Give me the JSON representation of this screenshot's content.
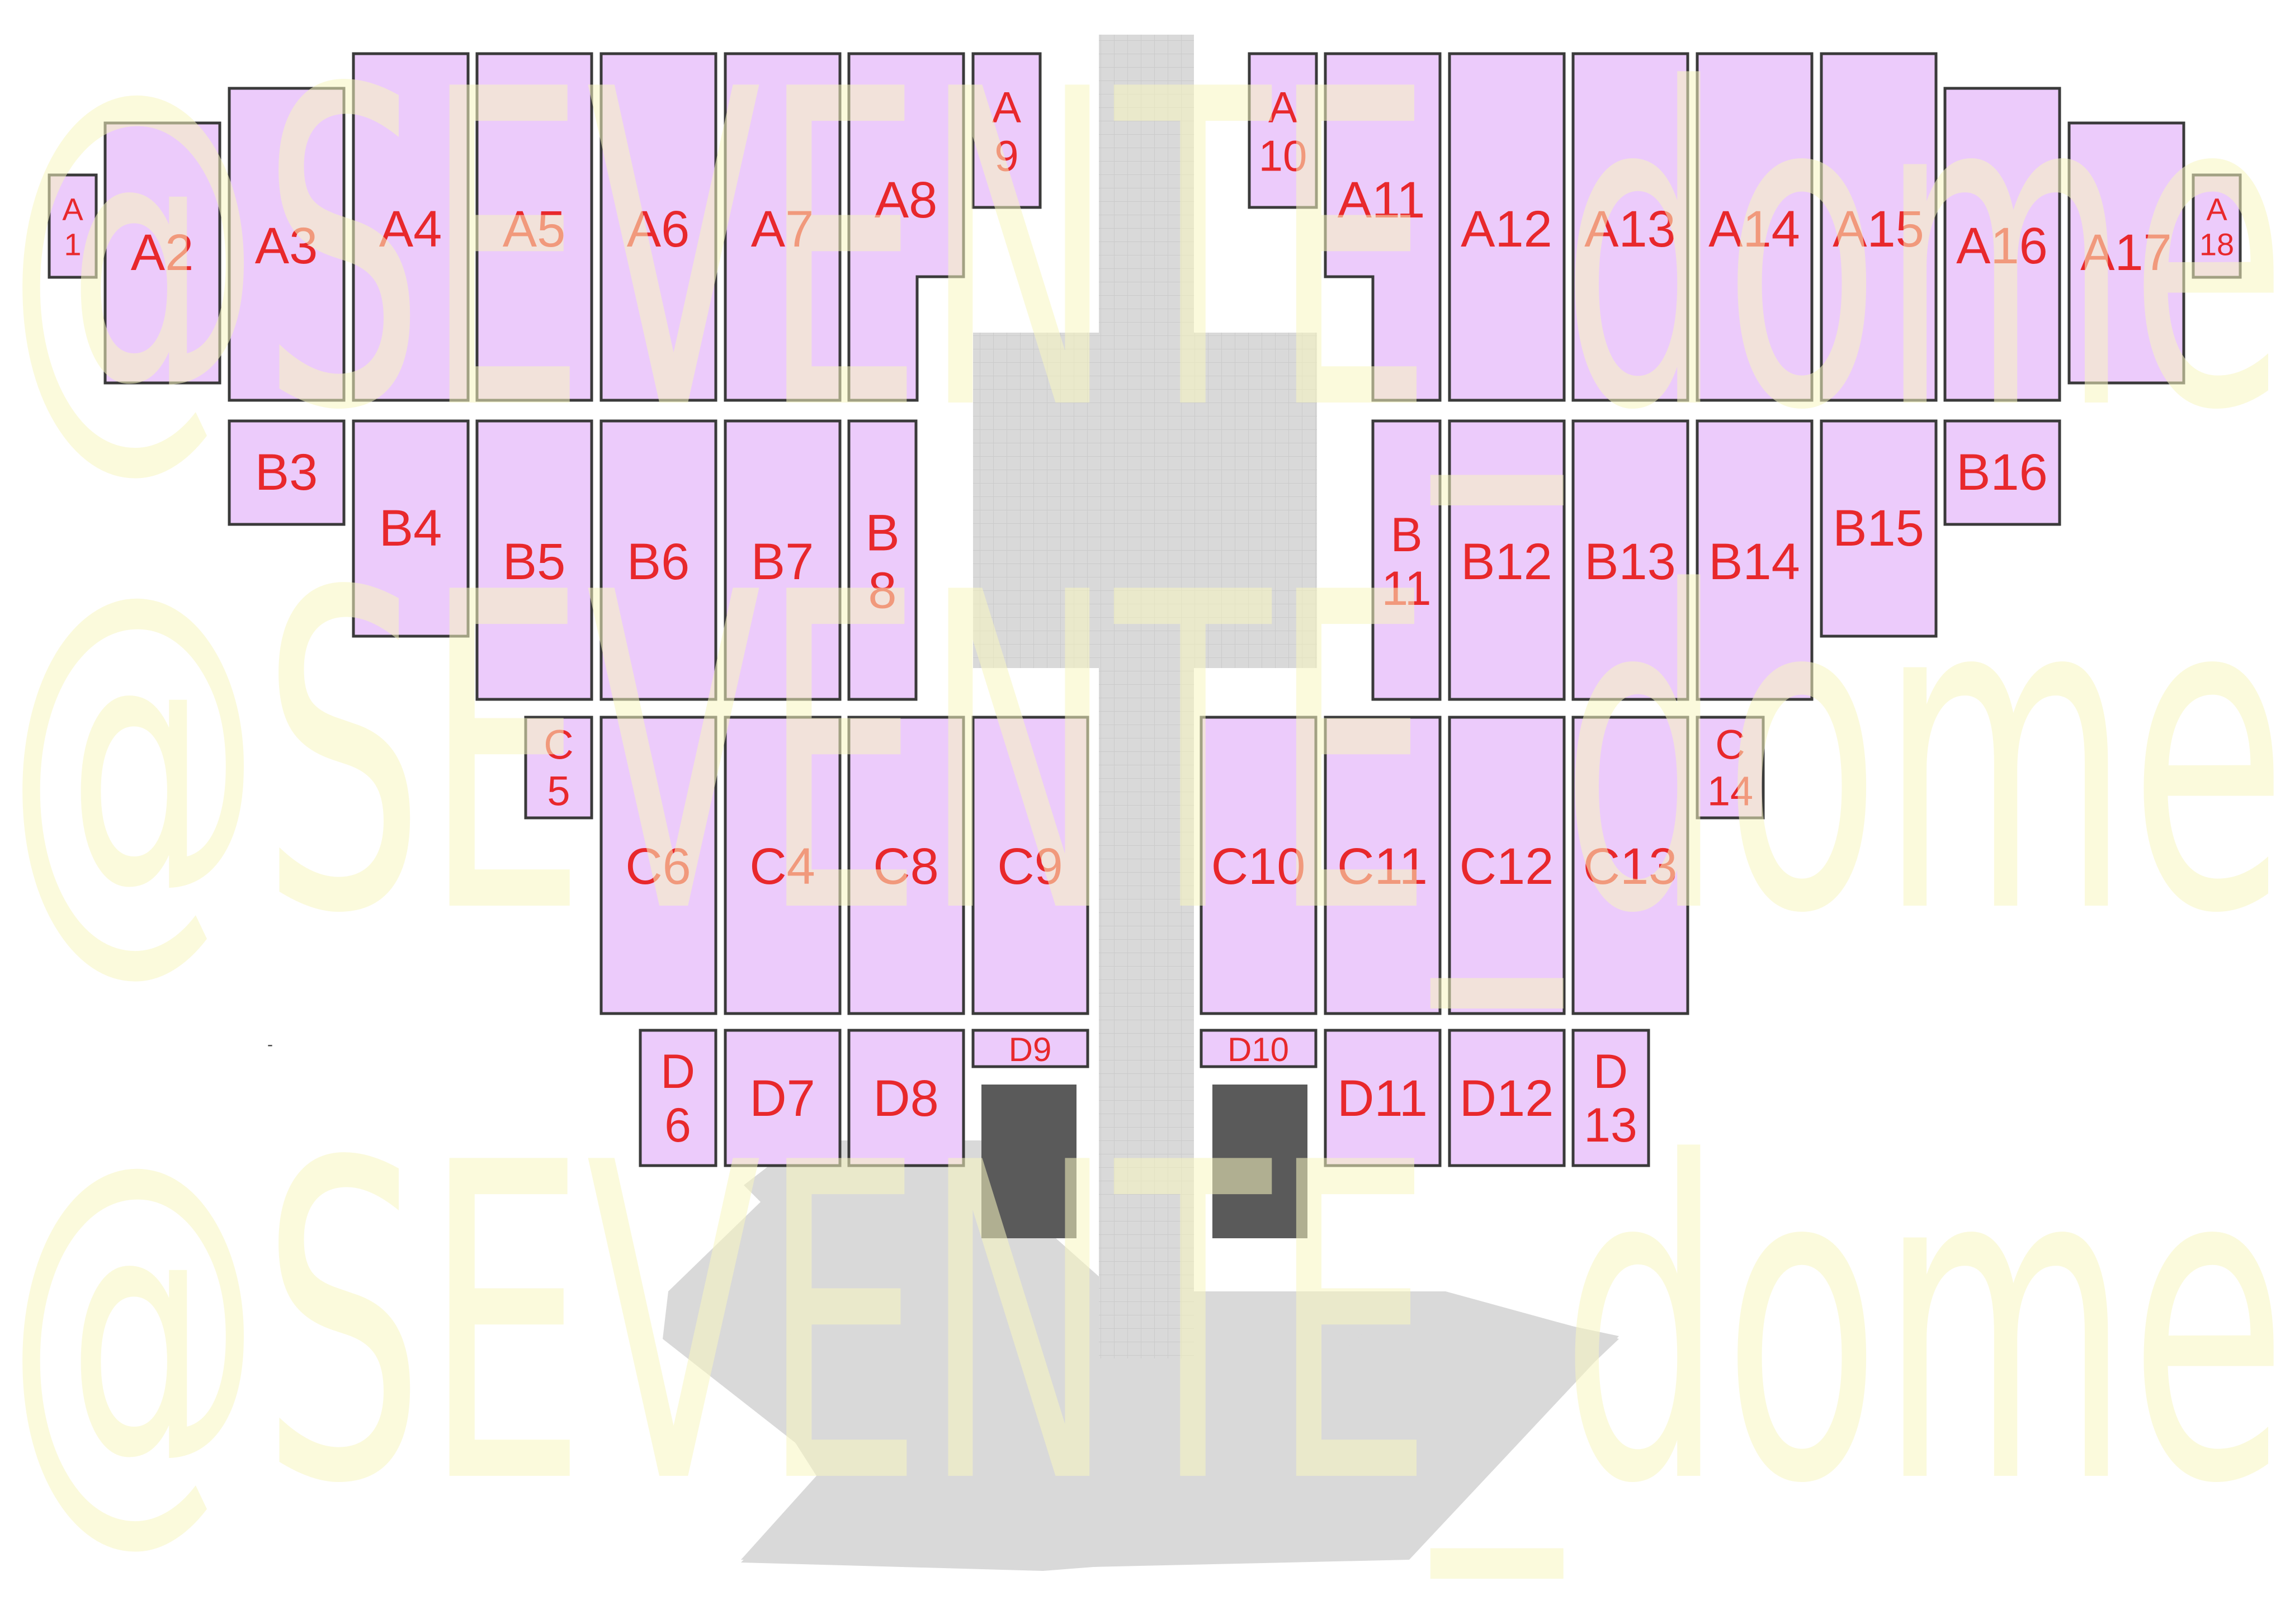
{
  "colors": {
    "block_fill": "#eccbfb",
    "block_stroke": "#3a3a3a",
    "label": "#e8282c",
    "stage": "#d9d9d9",
    "stage_grid": "#cfcfcf",
    "dark_block": "#5a5a5a",
    "watermark": "#f7f5c0"
  },
  "watermark": {
    "text": "@SEVENTE_dome"
  },
  "stray_mark": "-",
  "blocks": {
    "A1": [
      "A",
      "1"
    ],
    "A2": [
      "A2"
    ],
    "A3": [
      "A3"
    ],
    "A4": [
      "A4"
    ],
    "A5": [
      "A5"
    ],
    "A6": [
      "A6"
    ],
    "A7": [
      "A7"
    ],
    "A8": [
      "A8"
    ],
    "A9": [
      "A",
      "9"
    ],
    "A10": [
      "A",
      "10"
    ],
    "A11": [
      "A11"
    ],
    "A12": [
      "A12"
    ],
    "A13": [
      "A13"
    ],
    "A14": [
      "A14"
    ],
    "A15": [
      "A15"
    ],
    "A16": [
      "A16"
    ],
    "A17": [
      "A17"
    ],
    "A18": [
      "A",
      "18"
    ],
    "B3": [
      "B3"
    ],
    "B4": [
      "B4"
    ],
    "B5": [
      "B5"
    ],
    "B6": [
      "B6"
    ],
    "B7": [
      "B7"
    ],
    "B8": [
      "B",
      "8"
    ],
    "B11": [
      "B",
      "11"
    ],
    "B12": [
      "B12"
    ],
    "B13": [
      "B13"
    ],
    "B14": [
      "B14"
    ],
    "B15": [
      "B15"
    ],
    "B16": [
      "B16"
    ],
    "C5": [
      "C",
      "5"
    ],
    "C6": [
      "C6"
    ],
    "C4": [
      "C4"
    ],
    "C8": [
      "C8"
    ],
    "C9": [
      "C9"
    ],
    "C10": [
      "C10"
    ],
    "C11": [
      "C11"
    ],
    "C12": [
      "C12"
    ],
    "C13": [
      "C13"
    ],
    "C14": [
      "C",
      "14"
    ],
    "D6": [
      "D",
      "6"
    ],
    "D7": [
      "D7"
    ],
    "D8": [
      "D8"
    ],
    "D9": [
      "D9"
    ],
    "D10": [
      "D10"
    ],
    "D11": [
      "D11"
    ],
    "D12": [
      "D12"
    ],
    "D13": [
      "D",
      "13"
    ]
  }
}
